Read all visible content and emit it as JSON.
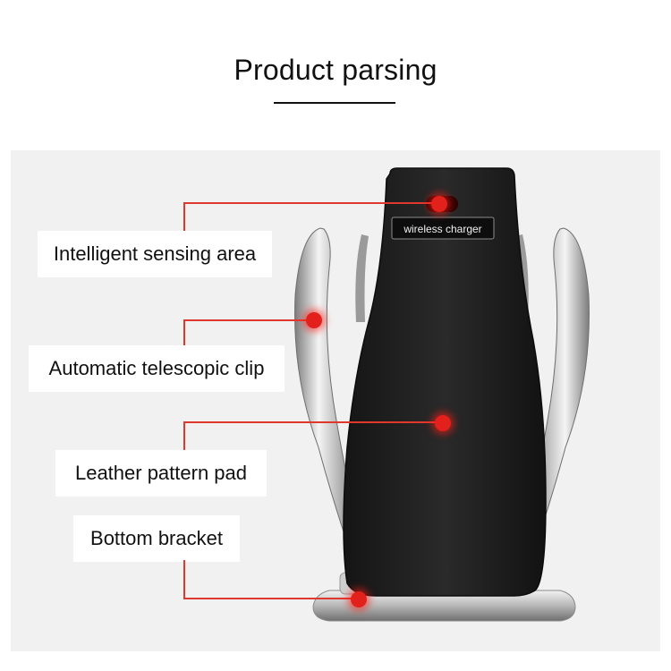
{
  "header": {
    "title": "Product parsing"
  },
  "product": {
    "badge_text": "wireless charger"
  },
  "callouts": [
    {
      "label": "Intelligent sensing area"
    },
    {
      "label": "Automatic telescopic clip"
    },
    {
      "label": "Leather pattern pad"
    },
    {
      "label": "Bottom bracket"
    }
  ],
  "colors": {
    "accent": "#e0372f",
    "pad": "#1d1d1d",
    "panel": "#f1f1f1"
  }
}
